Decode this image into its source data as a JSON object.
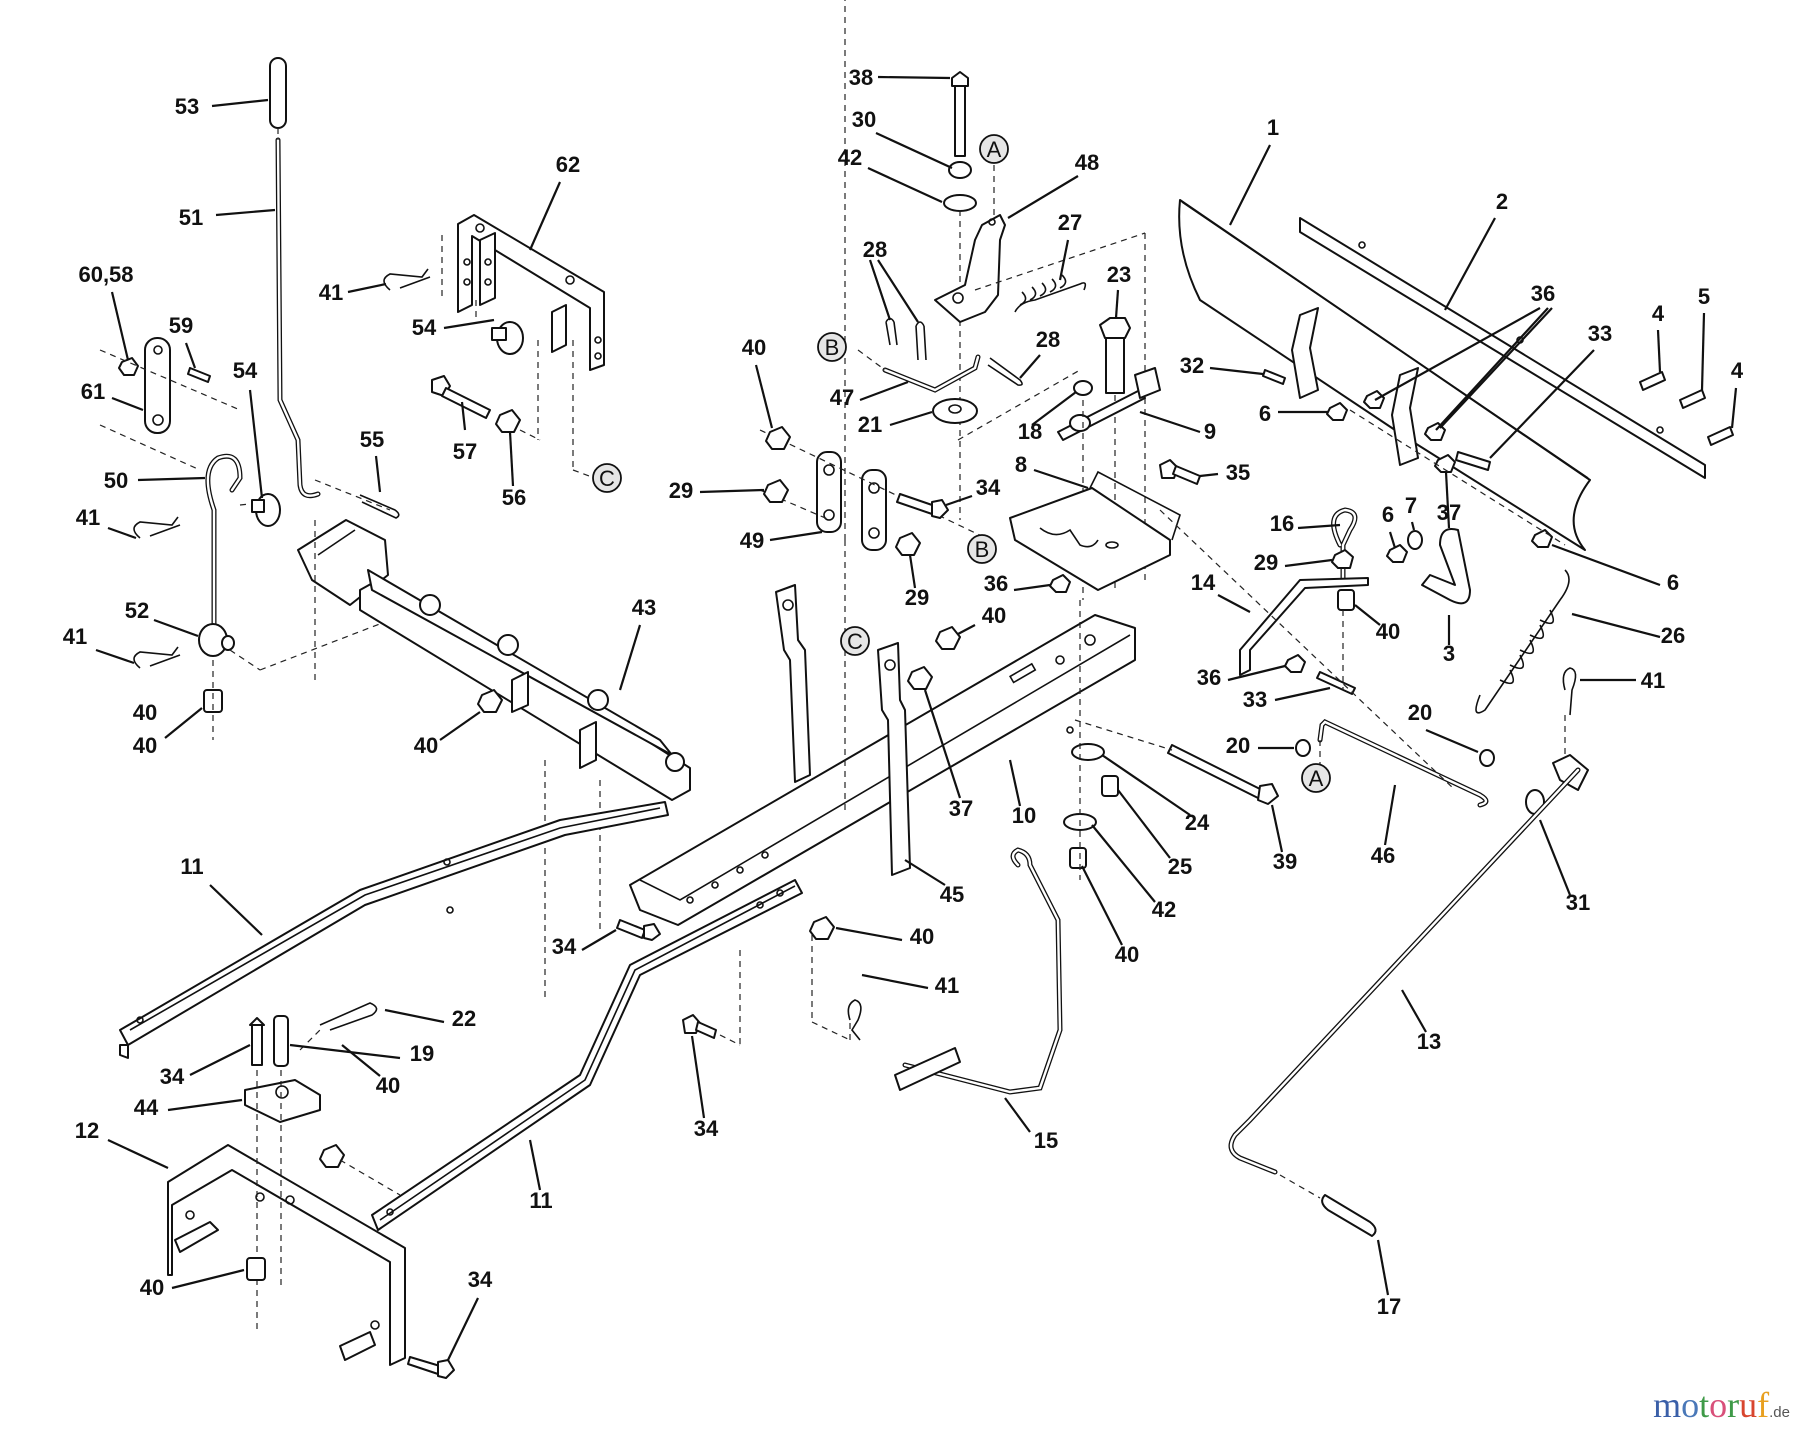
{
  "diagram": {
    "type": "exploded parts diagram",
    "subject": "Lawn tractor snow/dozer blade mounting assembly",
    "callouts": [
      {
        "label": "53"
      },
      {
        "label": "51"
      },
      {
        "label": "60,58"
      },
      {
        "label": "59"
      },
      {
        "label": "61"
      },
      {
        "label": "62"
      },
      {
        "label": "41"
      },
      {
        "label": "54"
      },
      {
        "label": "54"
      },
      {
        "label": "50"
      },
      {
        "label": "41"
      },
      {
        "label": "55"
      },
      {
        "label": "57"
      },
      {
        "label": "56"
      },
      {
        "label": "52"
      },
      {
        "label": "41"
      },
      {
        "label": "40"
      },
      {
        "label": "40"
      },
      {
        "label": "43"
      },
      {
        "label": "40"
      },
      {
        "label": "38"
      },
      {
        "label": "30"
      },
      {
        "label": "42"
      },
      {
        "label": "48"
      },
      {
        "label": "27"
      },
      {
        "label": "28"
      },
      {
        "label": "23"
      },
      {
        "label": "28"
      },
      {
        "label": "47"
      },
      {
        "label": "21"
      },
      {
        "label": "18"
      },
      {
        "label": "9"
      },
      {
        "label": "8"
      },
      {
        "label": "35"
      },
      {
        "label": "40"
      },
      {
        "label": "29"
      },
      {
        "label": "34"
      },
      {
        "label": "49"
      },
      {
        "label": "29"
      },
      {
        "label": "36"
      },
      {
        "label": "40"
      },
      {
        "label": "37"
      },
      {
        "label": "10"
      },
      {
        "label": "45"
      },
      {
        "label": "24"
      },
      {
        "label": "25"
      },
      {
        "label": "42"
      },
      {
        "label": "40"
      },
      {
        "label": "39"
      },
      {
        "label": "1"
      },
      {
        "label": "2"
      },
      {
        "label": "36"
      },
      {
        "label": "33"
      },
      {
        "label": "4"
      },
      {
        "label": "5"
      },
      {
        "label": "4"
      },
      {
        "label": "32"
      },
      {
        "label": "6"
      },
      {
        "label": "16"
      },
      {
        "label": "6"
      },
      {
        "label": "7"
      },
      {
        "label": "37"
      },
      {
        "label": "29"
      },
      {
        "label": "14"
      },
      {
        "label": "40"
      },
      {
        "label": "3"
      },
      {
        "label": "6"
      },
      {
        "label": "26"
      },
      {
        "label": "36"
      },
      {
        "label": "33"
      },
      {
        "label": "41"
      },
      {
        "label": "20"
      },
      {
        "label": "20"
      },
      {
        "label": "46"
      },
      {
        "label": "31"
      },
      {
        "label": "13"
      },
      {
        "label": "17"
      },
      {
        "label": "11"
      },
      {
        "label": "34"
      },
      {
        "label": "40"
      },
      {
        "label": "41"
      },
      {
        "label": "22"
      },
      {
        "label": "19"
      },
      {
        "label": "34"
      },
      {
        "label": "40"
      },
      {
        "label": "44"
      },
      {
        "label": "12"
      },
      {
        "label": "11"
      },
      {
        "label": "34"
      },
      {
        "label": "15"
      },
      {
        "label": "40"
      },
      {
        "label": "34"
      }
    ],
    "reference_markers": [
      {
        "label": "A"
      },
      {
        "label": "A"
      },
      {
        "label": "B"
      },
      {
        "label": "B"
      },
      {
        "label": "C"
      },
      {
        "label": "C"
      }
    ]
  },
  "watermark": {
    "letters": [
      {
        "ch": "m",
        "color": "#3a5fa8"
      },
      {
        "ch": "o",
        "color": "#4a78b8"
      },
      {
        "ch": "t",
        "color": "#3f9a48"
      },
      {
        "ch": "o",
        "color": "#d8507a"
      },
      {
        "ch": "r",
        "color": "#3f9a48"
      },
      {
        "ch": "u",
        "color": "#d8462f"
      },
      {
        "ch": "f",
        "color": "#e8a020"
      }
    ],
    "tld": ".de"
  }
}
